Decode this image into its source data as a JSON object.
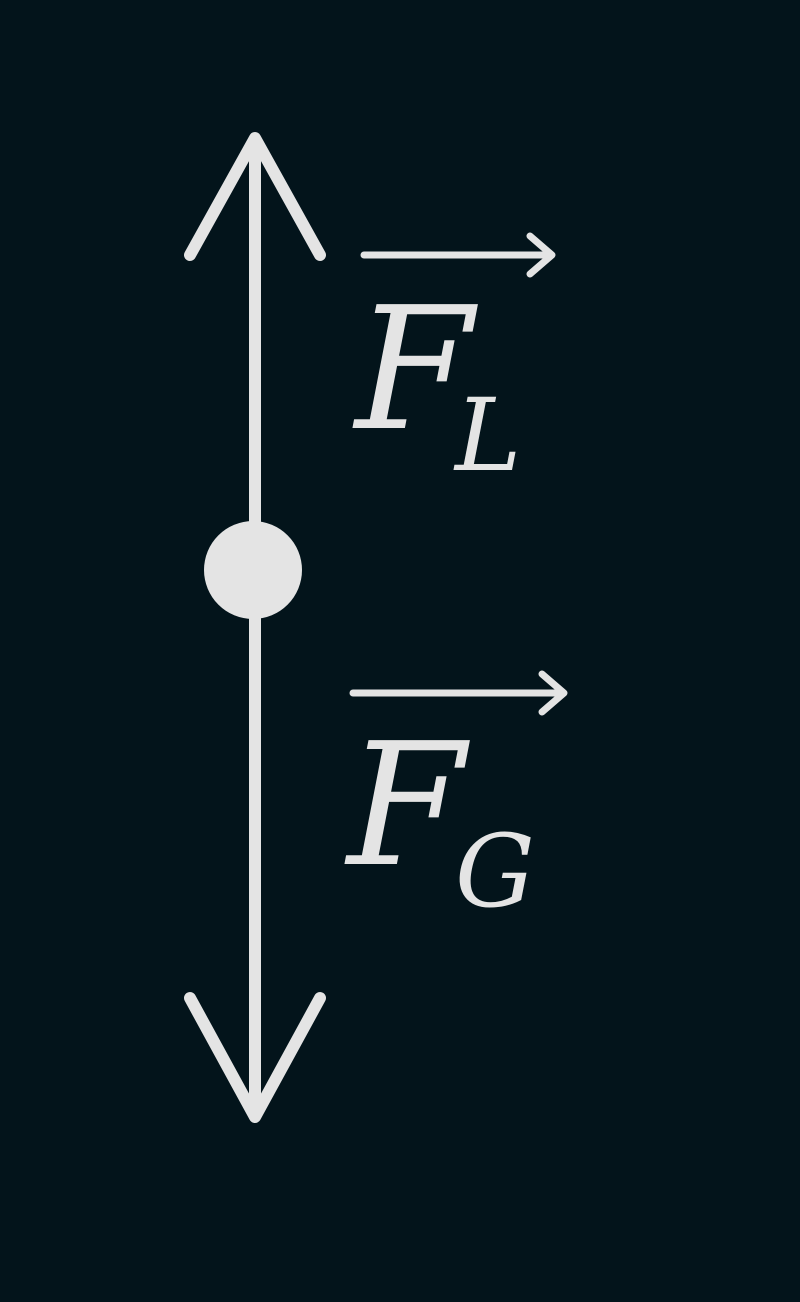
{
  "colors": {
    "background": "#03141b",
    "foreground": "#e4e4e4"
  },
  "vectors": [
    {
      "symbol": "F",
      "subscript": "L",
      "direction": "up"
    },
    {
      "symbol": "F",
      "subscript": "G",
      "direction": "down"
    }
  ]
}
